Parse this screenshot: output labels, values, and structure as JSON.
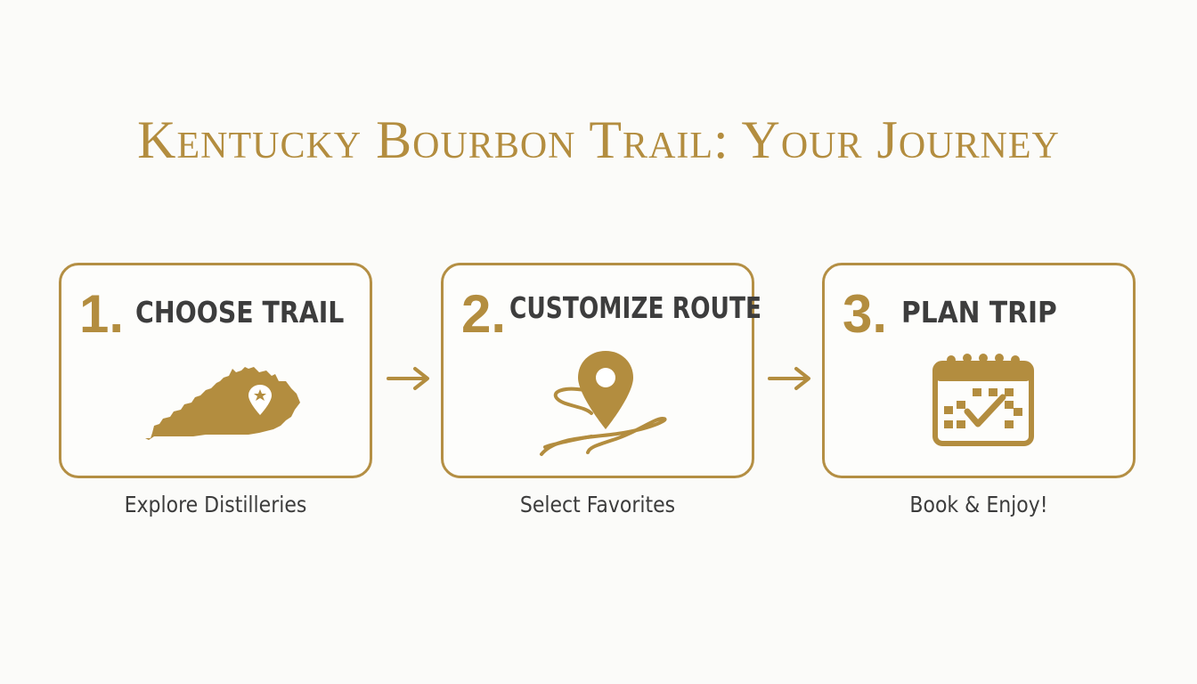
{
  "title": "Kentucky Bourbon Trail: Your Journey",
  "colors": {
    "accent_gold": "#b38d3f",
    "text_dark": "#3d3d3d",
    "background": "#fbfbf9"
  },
  "steps": [
    {
      "number": "1.",
      "title": "CHOOSE TRAIL",
      "icon": "kentucky-map-icon",
      "caption": "Explore Distilleries"
    },
    {
      "number": "2.",
      "title": "CUSTOMIZE ROUTE",
      "icon": "route-pin-icon",
      "caption": "Select Favorites"
    },
    {
      "number": "3.",
      "title": "PLAN TRIP",
      "icon": "calendar-check-icon",
      "caption": "Book & Enjoy!"
    }
  ],
  "connectors": [
    "arrow-right-icon",
    "arrow-right-icon"
  ]
}
